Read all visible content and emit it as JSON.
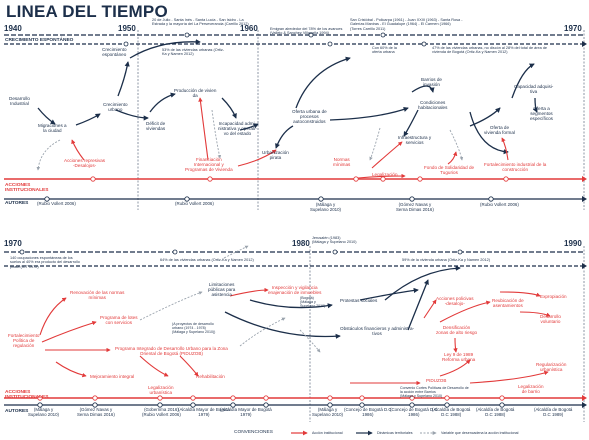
{
  "title": "LINEA DEL TIEMPO",
  "top": {
    "years": [
      "1940",
      "1950",
      "1960",
      "1970"
    ],
    "section_spontaneous": "CRECIMIENTO ESPONTÁNEO",
    "section_institutional": "ACCIONES\nINSTITUCIONALES",
    "section_authors": "AUTORES",
    "notes": {
      "n1": "20 de Julio - Santa Inés - Santa Lucía - San Isidro - La\nEstrada y la mayoría del La Perseverancia (Carrillo 2012)",
      "n2": "Emigran alrededor del 78% de los avances\n(Vallejo & Sanchez Villacaña 1994)",
      "n3": "San Cristóbal - Policarpa (1961) - Juan XXIII (1963) - Santa Rosa -\nGalerías Maniras - El Guadalupe (1964) - El Carmen (1966)\n(Torres Carrillo 2011)",
      "n4": "53% de las viviendas urbanas (Ortiz-\nKa y Namen 2012)",
      "n5": "Con 60% de la\noferta urbana",
      "n6": "47% de las viviendas urbanas, no discón al 28% del total de área de\nvivienda de Bogotá (Ortiz-Ka y Namen 2012)"
    },
    "nodes": {
      "crec_esp": "Crecimiento\nespontáneo",
      "desarrollo": "Desarrollo\nIndustrial",
      "migraciones": "Migraciones a\nla ciudad",
      "crec_urbano": "Crecimiento\nurbano",
      "deficit": "Déficit de\nviviendas",
      "produccion": "Producción de vivien\nda",
      "incapacidad": "Incapacidad admi-\nnistrativa y operati-\nvo del estado",
      "oferta_proc": "Oferta urbana de\nprocesos\nautoconstruidos",
      "urbanizacion": "Urbanización\npirata",
      "barrios": "Barrios de\ninvasión",
      "condiciones": "Condiciones\nhabitacionales",
      "infraestructura": "Infraestructura y\nservicios",
      "oferta_formal": "Oferta de\nvivienda formal",
      "capacidad": "Capacidad adquisi-\ntiva",
      "oferta_seg": "Oferta a\nsegmentos\nespecíficos"
    },
    "red_nodes": {
      "acciones_rep": "Acciones represivas\n-Desalojos-",
      "financiacion": "Financiación\nInternacional y\nProgramas de Vivienda",
      "normas": "Normas\nmínimas",
      "legalizacion": "Legalización",
      "fondo": "Fondo de Solidaridad de\nTugurios",
      "fortalecimiento": "Fortalecimiento industrial de la\nconstrucción"
    },
    "authors": {
      "a1": "(Rubio Vollert 2006)",
      "a2": "(Rubio Vollert 2006)",
      "a3": "(Málaga y\nSupelano 2010)",
      "a4": "(Gómez Navas y\nSerna Dimas 2016)",
      "a5": "(Rubio Vollert 2006)"
    }
  },
  "bottom": {
    "years": [
      "1970",
      "1980",
      "1990"
    ],
    "section_institutional": "ACCIONES\nINSTITUCIONALES",
    "section_authors": "AUTORES",
    "notes": {
      "n1": "140 ocupaciones espontáneas de los\nsuelos al 40% era producto del desarrollo\npirata (ICT 1972)",
      "n2": "64% de las viviendas urbanas (Ortiz-Ka y Namen 2012)",
      "n3": "Jerusalén (1983)\n(Málaga y Supelano 2010)",
      "n4": "59% de la vivienda urbana (Ortiz-Ka y Namen 2012)",
      "n5": "(A proyectos de desarrollo\nurbano (1974 - 1978)\n(Málaga y Supelano 2010))",
      "n6": "(Bogotá)\n(Málaga y\nSupelano 2010)",
      "n7": "Convenio Cortes Políticas de Desarrollo de\nla acción entre Barrios\n(Málaga y Supelano 2010)"
    },
    "nodes": {
      "limitaciones": "Limitaciones\npúblicas para\nasistencia",
      "protestas": "Protestas sociales",
      "obstaculos": "Obstáculos financieros y administra-\ntivos"
    },
    "red_nodes": {
      "renovacion": "Renovación de las normas\nmínimas",
      "programa_lotes": "Programa de lotes\ncon servicios",
      "fort_pol": "Fortalecimiento\nPolítica de\nregulación",
      "programa_int": "Programa Integrado de Desarrollo Urbano para la Zona\nOriental de Bogotá (PIDUZOB)",
      "mejoramiento": "Mejoramiento integral",
      "rehabilitacion": "Rehabilitación",
      "legal_urb": "Legalización\nurbanística",
      "inspeccion": "Inspección y vigilancia\nenajenación de inmuebles",
      "acciones_pol": "Acciones policivas\n-desalojo-",
      "reubicacion": "Reubicación de\nasentamientos",
      "expropiacion": "Expropiación",
      "densificacion": "Densificación\nzonas de alto riesgo",
      "desarrollo_vol": "Desarrollo\nvoluntario",
      "ley": "Ley 9 de 1989\nReforma urbana",
      "piduzob": "PIDUZOB",
      "regularizacion": "Regularización\nurbanística",
      "legal_barrio": "Legalización\nde barrio"
    },
    "authors": {
      "a1": "(Málaga y\nSupelano 2010)",
      "a2": "(Gómez Navas y\nSerna Dimas 2016)",
      "a3": "(Gobernma 2016)\n(Rubio Vollert 2006)",
      "a4": "(Alcaldía Mayor de Bogotá\n1979)",
      "a5": "(Alcaldía Mayor de Bogotá\n1979)",
      "a6": "(Málaga y\nSupelano 2010)",
      "a7": "(Concejo de Bogotá D.C\n1986)",
      "a8": "(Concejo de Bogotá D.C\n1986)",
      "a9": "(Alcaldía de Bogotá\nD.C 1988)",
      "a10": "(Alcaldía de Bogotá\nD.C 1988)",
      "a11": "(Alcaldía de Bogotá\nD.C 1989)"
    }
  },
  "legend": {
    "title": "CONVENCIONES",
    "item1": "Acción institucional",
    "item2": "Dinámicas territoriales",
    "item3": "Variable que desencadena la acción institucional"
  },
  "colors": {
    "navy": "#1c2f4a",
    "red": "#e23a3a",
    "grey": "#9aa3ad"
  }
}
